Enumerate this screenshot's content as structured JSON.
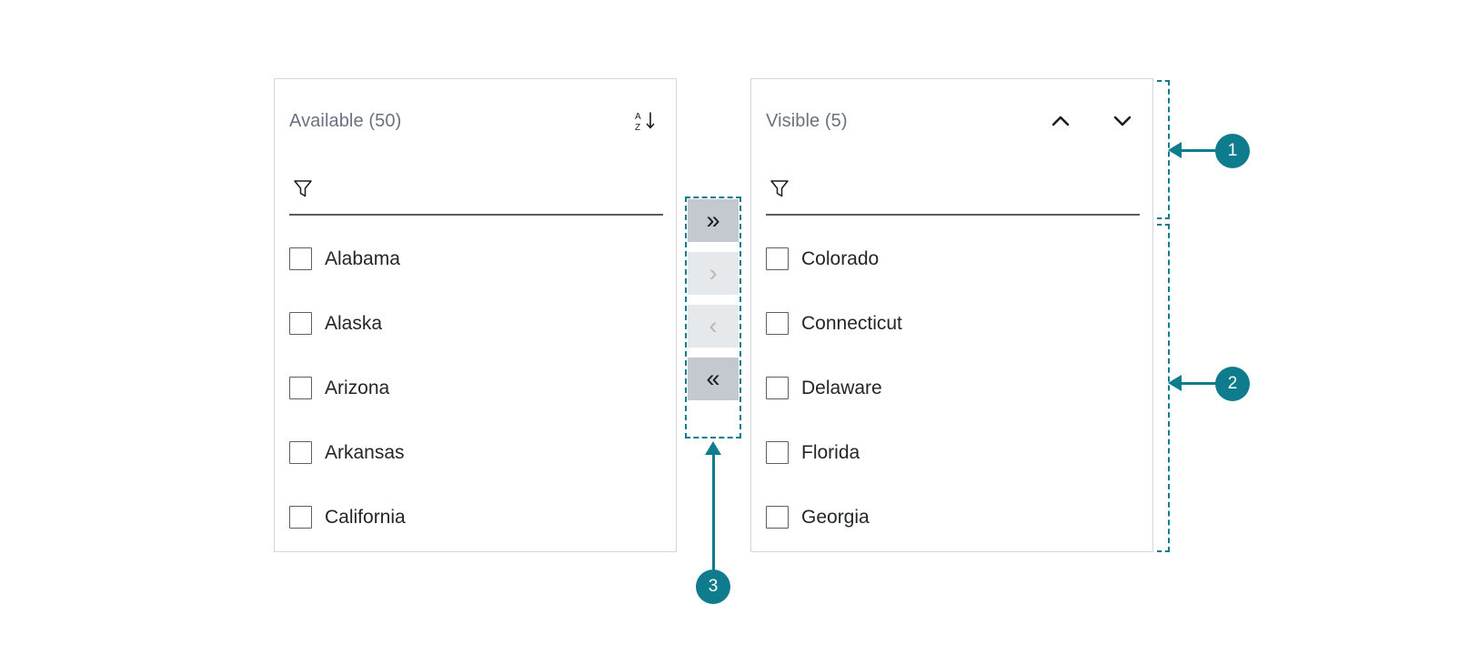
{
  "available_panel": {
    "title": "Available (50)",
    "sort_icon": "sort-az-descending-icon",
    "filter": {
      "placeholder": "",
      "value": "",
      "icon": "funnel-filter-icon"
    },
    "options": [
      {
        "label": "Alabama",
        "checked": false
      },
      {
        "label": "Alaska",
        "checked": false
      },
      {
        "label": "Arizona",
        "checked": false
      },
      {
        "label": "Arkansas",
        "checked": false
      },
      {
        "label": "California",
        "checked": false
      }
    ]
  },
  "visible_panel": {
    "title": "Visible (5)",
    "move_up_icon": "chevron-up-icon",
    "move_down_icon": "chevron-down-icon",
    "filter": {
      "placeholder": "",
      "value": "",
      "icon": "funnel-filter-icon"
    },
    "options": [
      {
        "label": "Colorado",
        "checked": false
      },
      {
        "label": "Connecticut",
        "checked": false
      },
      {
        "label": "Delaware",
        "checked": false
      },
      {
        "label": "Florida",
        "checked": false
      },
      {
        "label": "Georgia",
        "checked": false
      }
    ]
  },
  "transfer_buttons": [
    {
      "glyph": "»",
      "name": "move-all-right-button",
      "enabled": true
    },
    {
      "glyph": "›",
      "name": "move-selected-right-button",
      "enabled": false
    },
    {
      "glyph": "‹",
      "name": "move-selected-left-button",
      "enabled": false
    },
    {
      "glyph": "«",
      "name": "move-all-left-button",
      "enabled": true
    }
  ],
  "annotations": {
    "accent_color": "#0e7c8c",
    "callouts": [
      {
        "number": "1"
      },
      {
        "number": "2"
      },
      {
        "number": "3"
      }
    ]
  },
  "colors": {
    "panel_border": "#d4d8dd",
    "title_text": "#6a7280",
    "option_text": "#232629",
    "checkbox_border": "#5b6068",
    "filter_underline": "#565c66",
    "button_enabled_bg": "#c3c9ce",
    "button_disabled_bg": "#e6e9eb",
    "button_disabled_fg": "#b4b9bd",
    "accent": "#0e7c8c"
  }
}
